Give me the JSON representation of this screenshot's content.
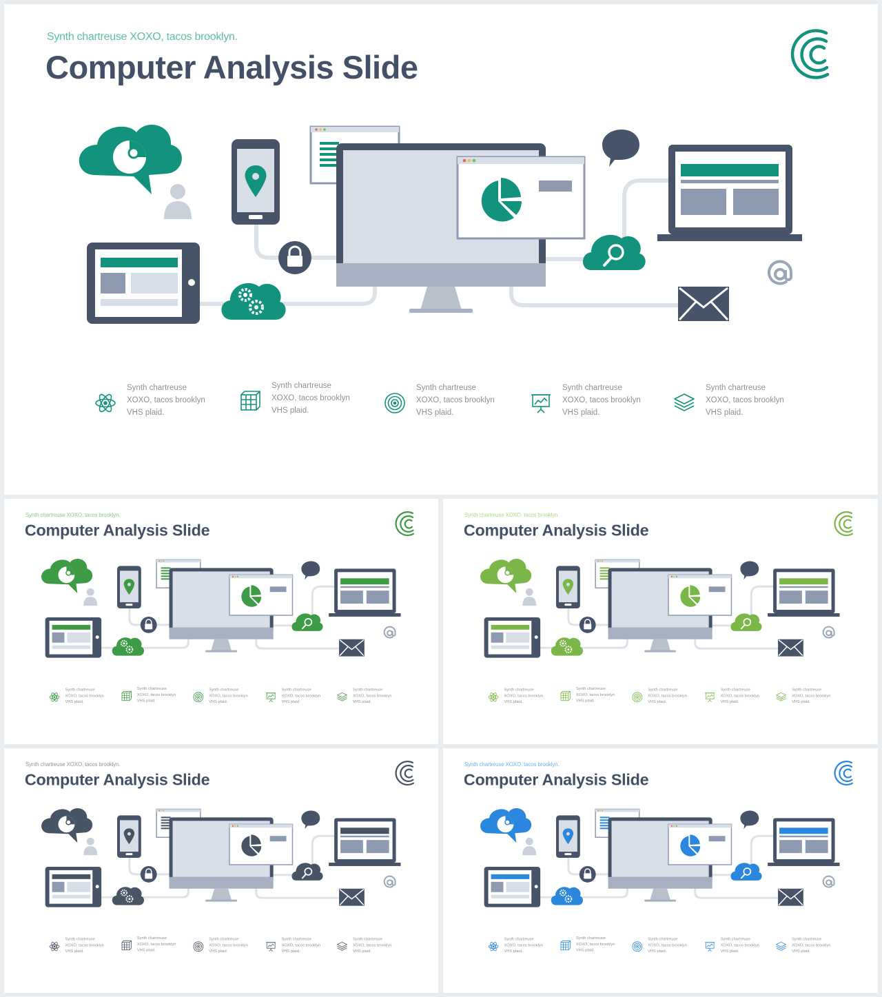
{
  "slides": [
    {
      "id": "main",
      "subtitle": "Synth chartreuse XOXO, tacos brooklyn.",
      "title": "Computer Analysis Slide",
      "accent": "#13937e",
      "accent_light": "#1ea38c",
      "subtitle_color": "#5bbfa8"
    },
    {
      "id": "green",
      "subtitle": "Synth chartreuse XOXO, tacos brooklyn.",
      "title": "Computer Analysis Slide",
      "accent": "#3d9b46",
      "accent_light": "#59b45e",
      "subtitle_color": "#8ccb8a"
    },
    {
      "id": "lime",
      "subtitle": "Synth chartreuse XOXO, tacos brooklyn.",
      "title": "Computer Analysis Slide",
      "accent": "#7ab648",
      "accent_light": "#8cc460",
      "subtitle_color": "#b3d88a"
    },
    {
      "id": "gray",
      "subtitle": "Synth chartreuse XOXO, tacos brooklyn.",
      "title": "Computer Analysis Slide",
      "accent": "#475464",
      "accent_light": "#5e6b7a",
      "subtitle_color": "#8d96a0"
    },
    {
      "id": "blue",
      "subtitle": "Synth chartreuse XOXO, tacos brooklyn.",
      "title": "Computer Analysis Slide",
      "accent": "#2a87dd",
      "accent_light": "#3a95e6",
      "subtitle_color": "#6fb3ec"
    }
  ],
  "features": [
    {
      "icon": "atom-icon",
      "line1": "Synth chartreuse",
      "line2": "XOXO, tacos brooklyn",
      "line3": "VHS plaid."
    },
    {
      "icon": "grid-cube-icon",
      "line1": "Synth chartreuse",
      "line2": "XOXO, tacos brooklyn",
      "line3": "VHS plaid."
    },
    {
      "icon": "target-icon",
      "line1": "Synth chartreuse",
      "line2": "XOXO, tacos brooklyn",
      "line3": "VHS plaid."
    },
    {
      "icon": "presentation-board-icon",
      "line1": "Synth chartreuse",
      "line2": "XOXO, tacos brooklyn",
      "line3": "VHS plaid."
    },
    {
      "icon": "layers-icon",
      "line1": "Synth chartreuse",
      "line2": "XOXO, tacos brooklyn",
      "line3": "VHS plaid."
    }
  ],
  "colors": {
    "dark": "#475368",
    "light_panel": "#d8dee7",
    "connector": "#dde2e8",
    "mid_gray": "#8d9ab0",
    "person": "#c9d0d9",
    "at_sign": "#9aa6b6"
  },
  "icons": [
    "brand-logo-icon",
    "cloud-pie-icon",
    "person-icon",
    "smartphone-icon",
    "map-pin-icon",
    "browser-window-icon",
    "monitor-icon",
    "pie-chart-icon",
    "speech-bubble-icon",
    "laptop-icon",
    "lock-icon",
    "cloud-search-icon",
    "at-sign-icon",
    "tablet-icon",
    "cloud-gears-icon",
    "envelope-icon"
  ]
}
